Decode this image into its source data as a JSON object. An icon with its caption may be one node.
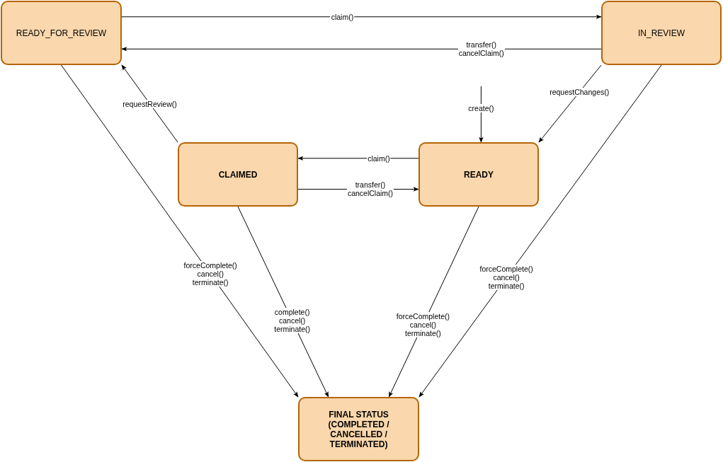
{
  "diagram": {
    "nodes": [
      {
        "text": [
          "READY_FOR_REVIEW"
        ]
      },
      {
        "text": [
          "IN_REVIEW"
        ]
      },
      {
        "text": [
          "CLAIMED"
        ]
      },
      {
        "text": [
          "READY"
        ]
      },
      {
        "text": [
          "FINAL STATUS (COMPLETED / CANCELLED / TERMINATED)"
        ]
      }
    ],
    "edges": [
      {
        "from": 0,
        "to": 1,
        "arrow": "to",
        "label": "claim()"
      },
      {
        "from": 1,
        "to": 0,
        "arrow": "to",
        "label": "transfer() cancelClaim()"
      },
      {
        "from": 2,
        "to": 0,
        "arrow": "to",
        "label": "requestReview()"
      },
      {
        "from": null,
        "to": 3,
        "arrow": "to",
        "label": "create()"
      },
      {
        "from": 1,
        "to": 3,
        "arrow": "to",
        "label": "requestChanges()"
      },
      {
        "from": 3,
        "to": 2,
        "arrow": "to",
        "label": "claim()"
      },
      {
        "from": 2,
        "to": 3,
        "arrow": "to",
        "label": "transfer() cancelClaim()"
      },
      {
        "from": 0,
        "to": 4,
        "arrow": "to",
        "label": "forceComplete() cancel() terminate()"
      },
      {
        "from": 2,
        "to": 4,
        "arrow": "to",
        "label": "complete() cancel() terminate()"
      },
      {
        "from": 3,
        "to": 4,
        "arrow": "to",
        "label": "forceComplete() cancel() terminate()"
      },
      {
        "from": 1,
        "to": 4,
        "arrow": "to",
        "label": "forceComplete() cancel() terminate()"
      }
    ]
  }
}
